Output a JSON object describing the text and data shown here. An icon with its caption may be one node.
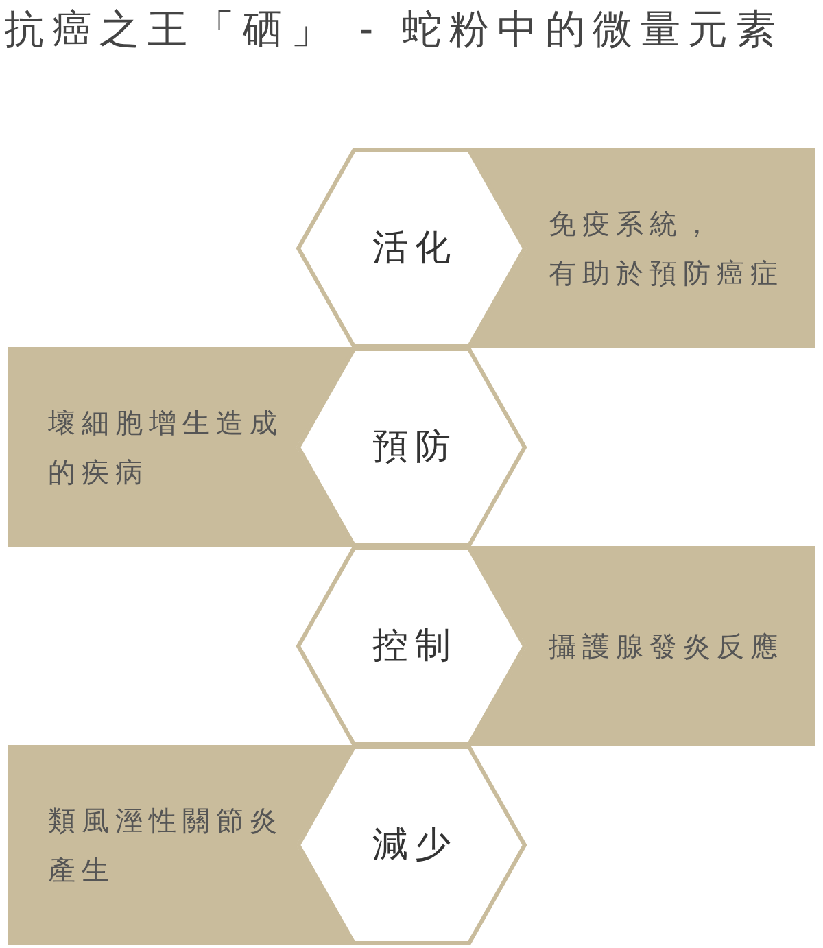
{
  "diagram": {
    "title": "抗癌之王「硒」 - 蛇粉中的微量元素",
    "nodes": [
      {
        "text": [
          "活化"
        ]
      },
      {
        "text": [
          "免疫系統，有助於預防癌症"
        ]
      },
      {
        "text": [
          "壞細胞增生造成的疾病"
        ]
      },
      {
        "text": [
          "預防"
        ]
      },
      {
        "text": [
          "控制"
        ]
      },
      {
        "text": [
          "攝護腺發炎反應"
        ]
      },
      {
        "text": [
          "類風溼性關節炎產生"
        ]
      },
      {
        "text": [
          "減少"
        ]
      }
    ]
  }
}
